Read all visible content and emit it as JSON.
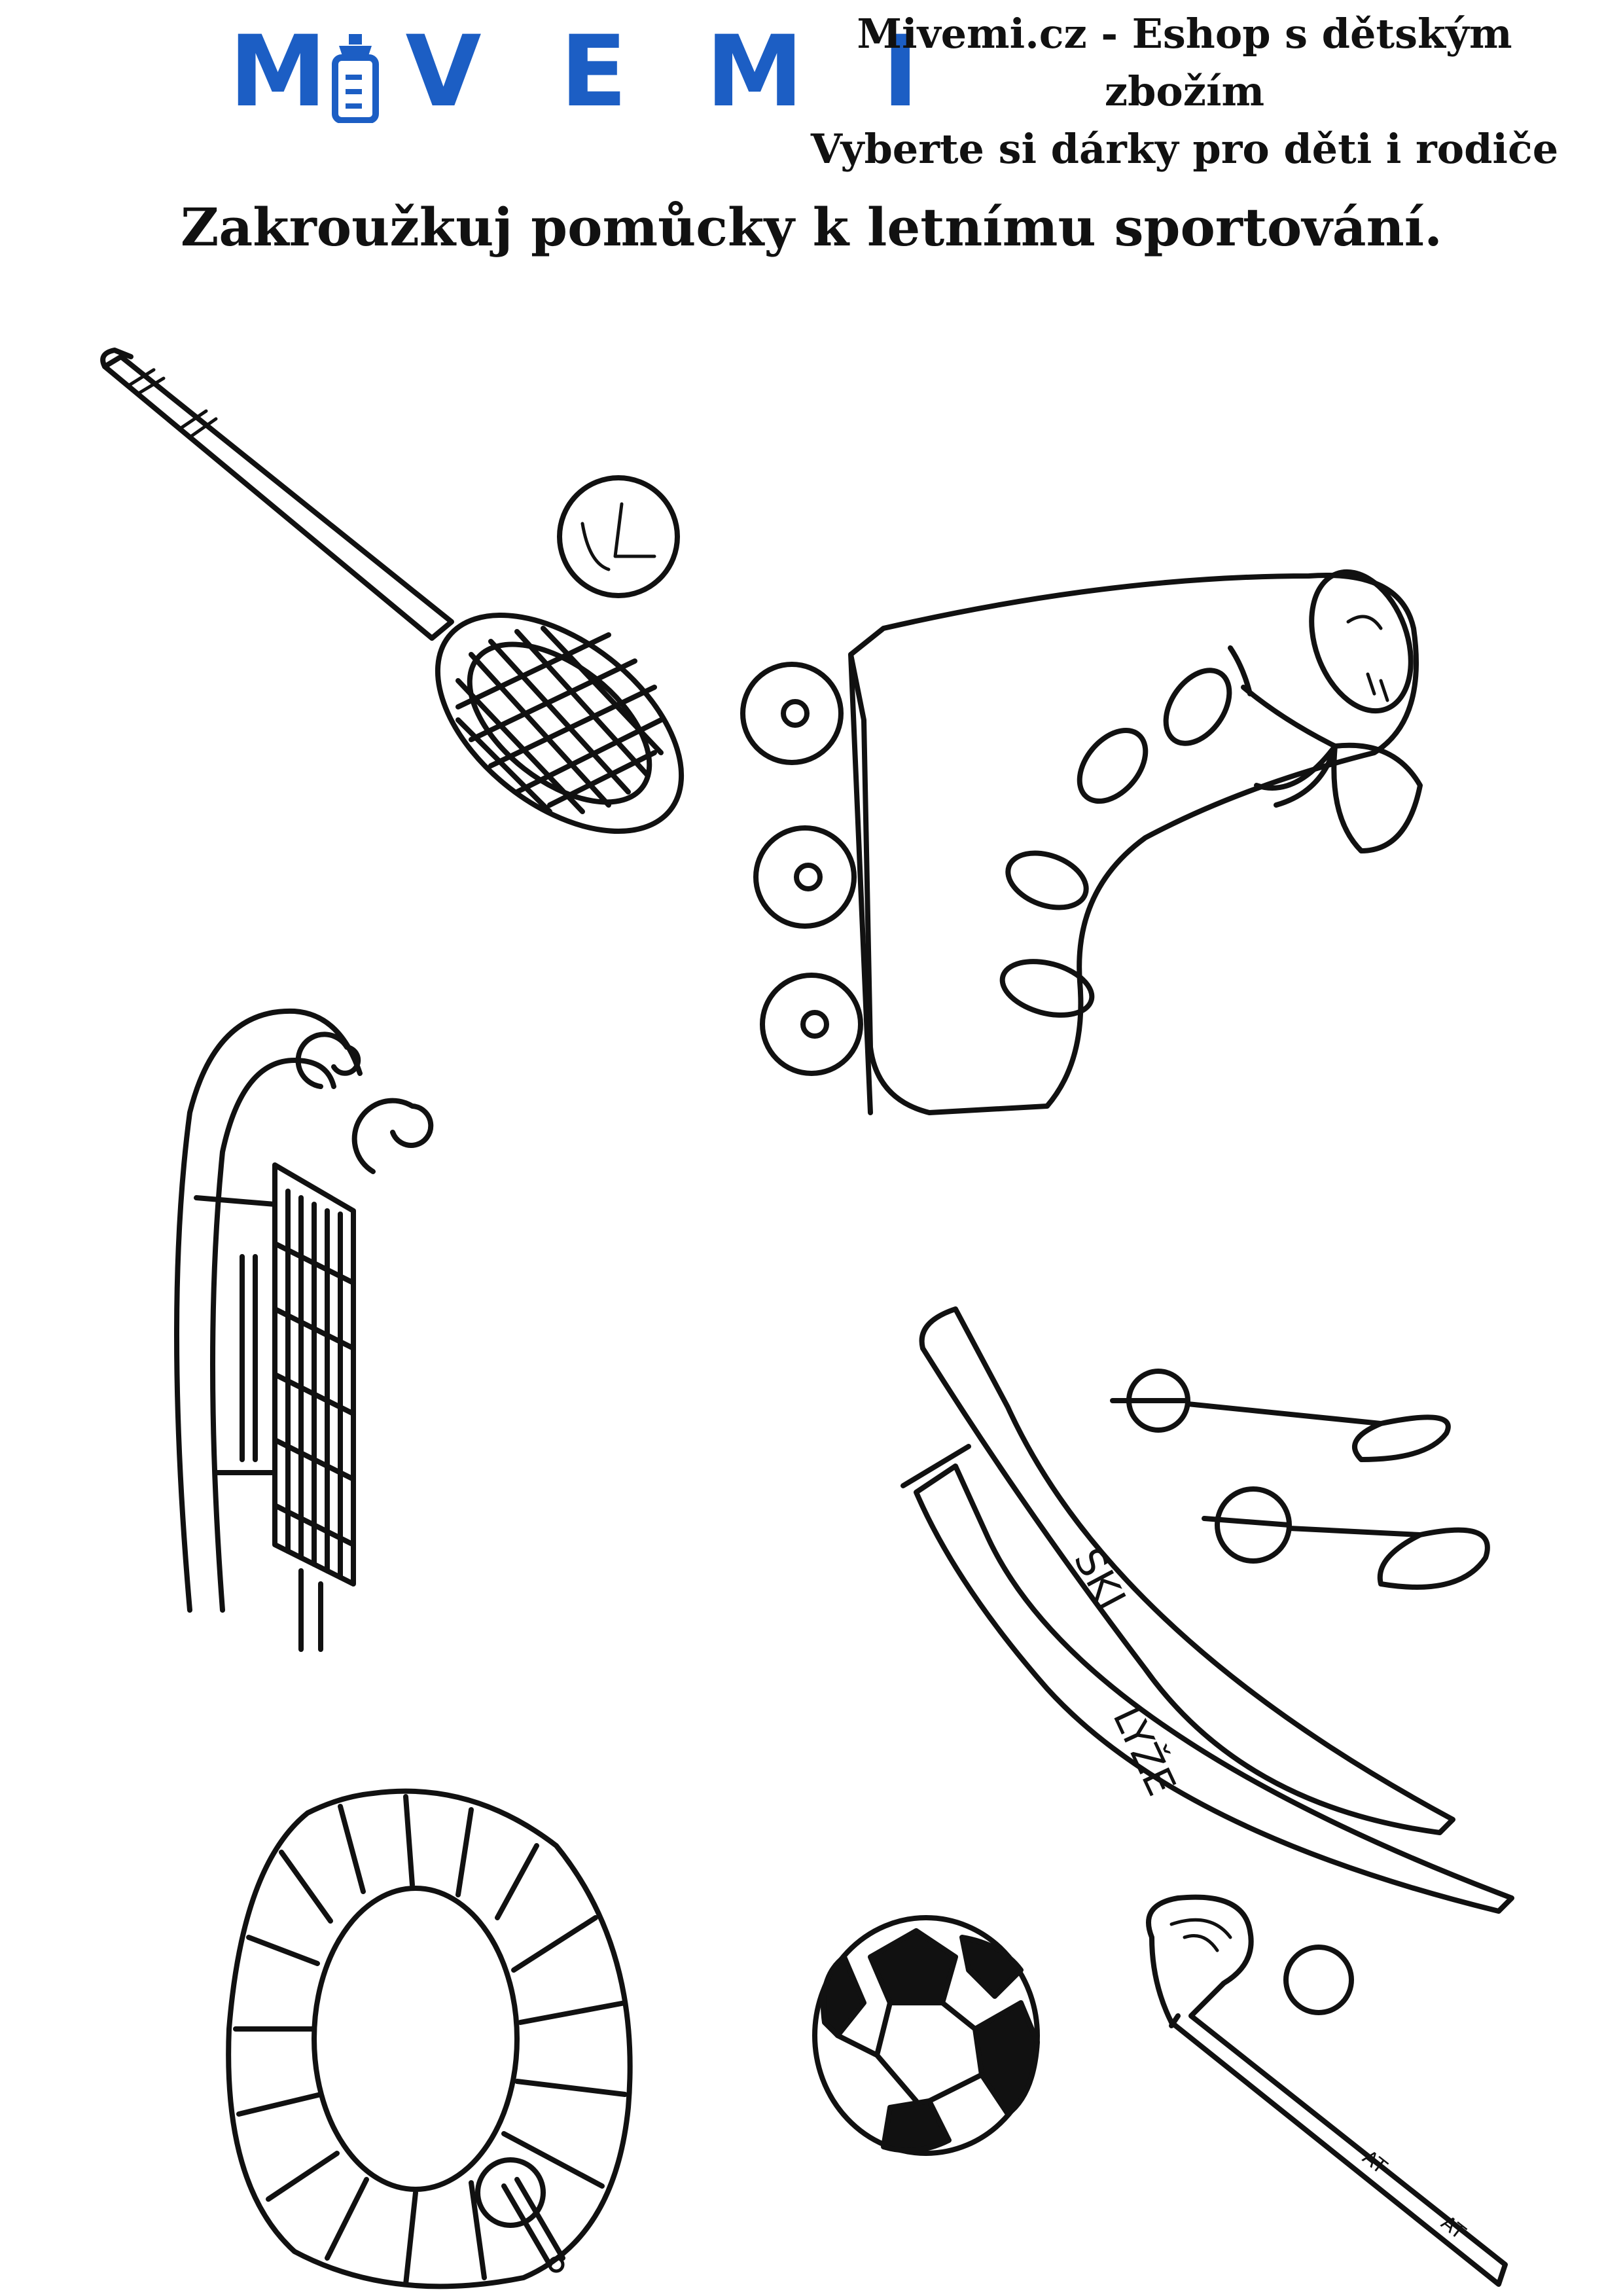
{
  "brand": {
    "logo_text": "MIVEMI",
    "logo_color": "#1c5ec4",
    "logo_icon": "baby-bottle-icon"
  },
  "header": {
    "line1": "Mivemi.cz - Eshop s dětským zbožím",
    "line2": "Vyberte si dárky pro děti i rodiče"
  },
  "instruction": "Zakroužkuj pomůcky k letnímu sportování.",
  "illustrations": [
    {
      "name": "tennis-racket-illustration",
      "icon": "tennis-racket-icon"
    },
    {
      "name": "roller-skate-illustration",
      "icon": "roller-skate-icon"
    },
    {
      "name": "sledge-illustration",
      "icon": "sledge-icon"
    },
    {
      "name": "skis-illustration",
      "icon": "skis-icon"
    },
    {
      "name": "swim-ring-illustration",
      "icon": "swim-ring-icon"
    },
    {
      "name": "football-illustration",
      "icon": "football-icon"
    },
    {
      "name": "hockey-stick-illustration",
      "icon": "hockey-stick-icon"
    }
  ],
  "ski_label": "LYŽE"
}
